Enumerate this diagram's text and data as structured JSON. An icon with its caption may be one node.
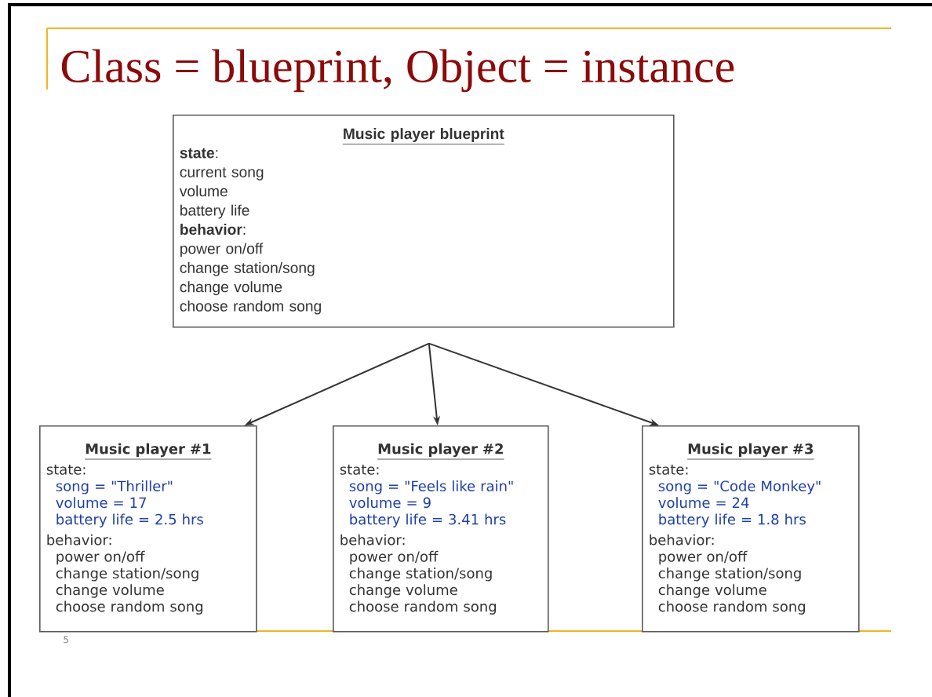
{
  "diagram": {
    "title": "Class = blueprint,  Object = instance",
    "nodes": [
      {
        "text": [
          "Music player blueprint",
          "**state**:",
          "current song",
          "volume",
          "battery life",
          "**behavior**:",
          "power on/off",
          "change station/song",
          "change volume",
          "choose random song"
        ]
      },
      {
        "text": [
          "Music player #1",
          "state:",
          "song = \"Thriller\"",
          "volume = 17",
          "battery life = 2.5 hrs",
          "behavior:",
          "power on/off",
          "change station/song",
          "change volume",
          "choose random song"
        ]
      },
      {
        "text": [
          "Music player #2",
          "state:",
          "song = \"Feels like rain\"",
          "volume = 9",
          "battery life = 3.41 hrs",
          "behavior:",
          "power on/off",
          "change station/song",
          "change volume",
          "choose random song"
        ]
      },
      {
        "text": [
          "Music player #3",
          "state:",
          "song = \"Code Monkey\"",
          "volume = 24",
          "battery life = 1.8 hrs",
          "behavior:",
          "power on/off",
          "change station/song",
          "change volume",
          "choose random song"
        ]
      }
    ],
    "edges": [
      {
        "from": 0,
        "to": 1,
        "arrow": "to"
      },
      {
        "from": 0,
        "to": 2,
        "arrow": "to"
      },
      {
        "from": 0,
        "to": 3,
        "arrow": "to"
      }
    ],
    "labels": [
      "5"
    ]
  }
}
